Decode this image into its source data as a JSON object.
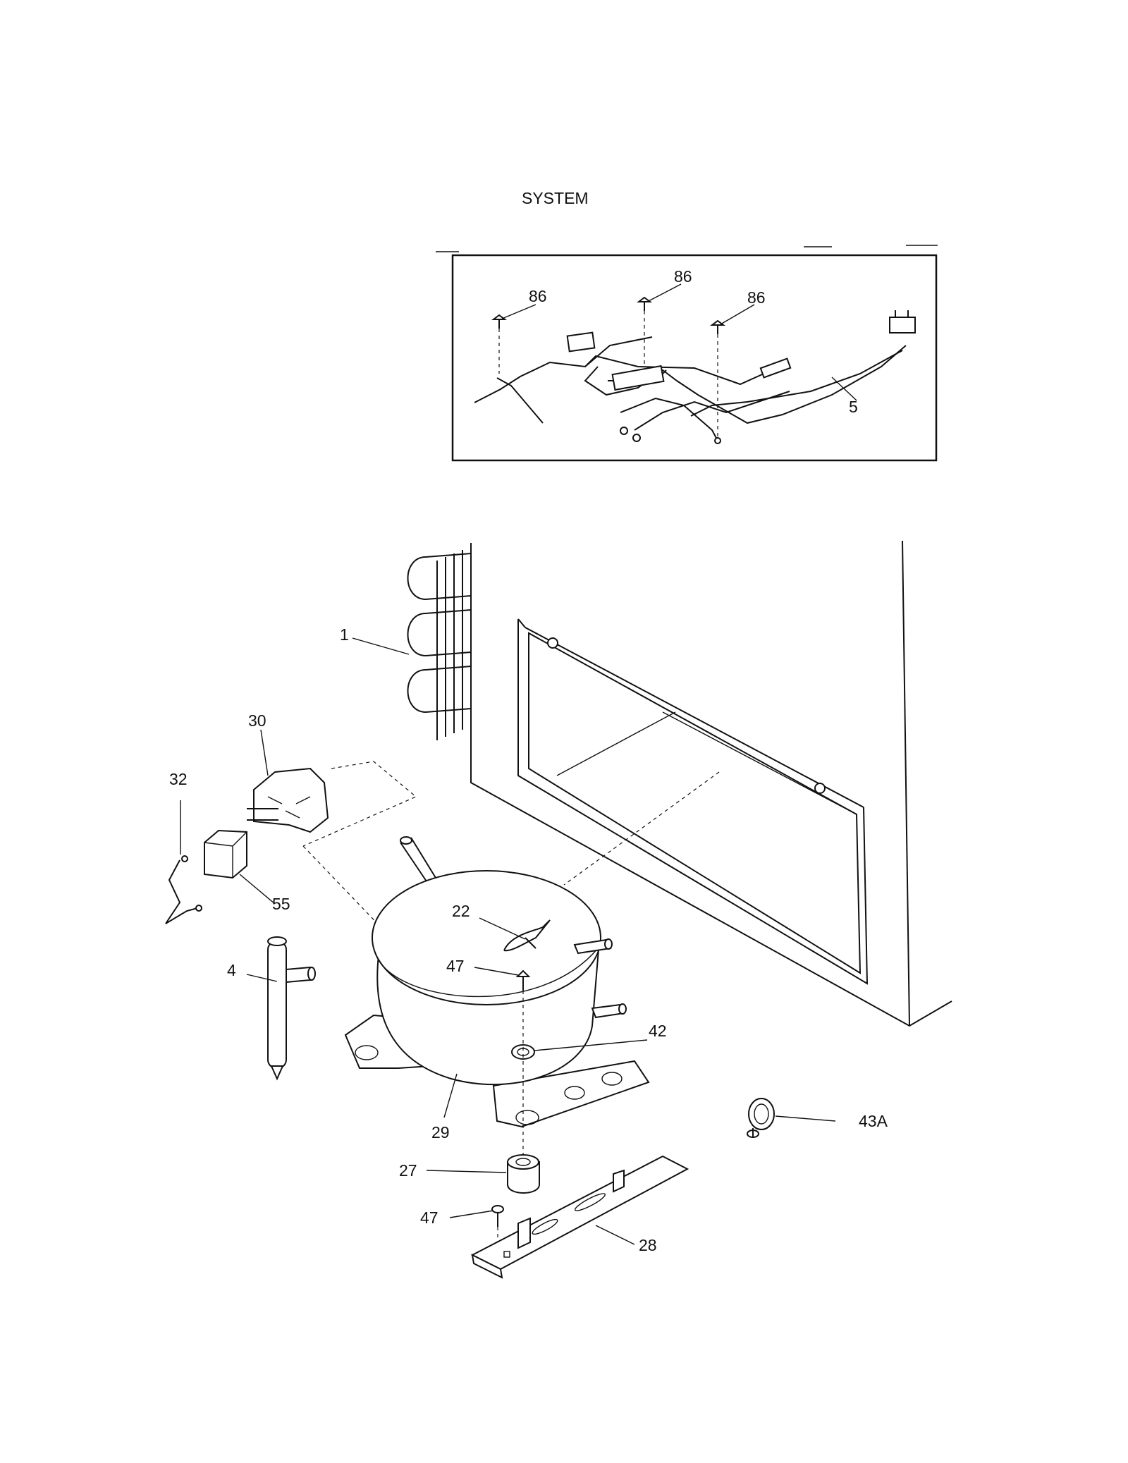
{
  "title": "SYSTEM",
  "parts": [
    {
      "id": "part-86a",
      "label": "86",
      "name": "screw"
    },
    {
      "id": "part-86b",
      "label": "86",
      "name": "screw"
    },
    {
      "id": "part-86c",
      "label": "86",
      "name": "screw"
    },
    {
      "id": "part-5",
      "label": "5",
      "name": "wiring-harness"
    },
    {
      "id": "part-1",
      "label": "1",
      "name": "condenser"
    },
    {
      "id": "part-30",
      "label": "30",
      "name": "relay"
    },
    {
      "id": "part-32",
      "label": "32",
      "name": "wire-clip"
    },
    {
      "id": "part-55",
      "label": "55",
      "name": "overload"
    },
    {
      "id": "part-22",
      "label": "22",
      "name": "clip"
    },
    {
      "id": "part-47a",
      "label": "47",
      "name": "screw"
    },
    {
      "id": "part-4",
      "label": "4",
      "name": "drier"
    },
    {
      "id": "part-42",
      "label": "42",
      "name": "grommet"
    },
    {
      "id": "part-29",
      "label": "29",
      "name": "compressor"
    },
    {
      "id": "part-43a",
      "label": "43A",
      "name": "clamp"
    },
    {
      "id": "part-27",
      "label": "27",
      "name": "grommet"
    },
    {
      "id": "part-47b",
      "label": "47",
      "name": "screw"
    },
    {
      "id": "part-28",
      "label": "28",
      "name": "mounting-bracket"
    }
  ]
}
